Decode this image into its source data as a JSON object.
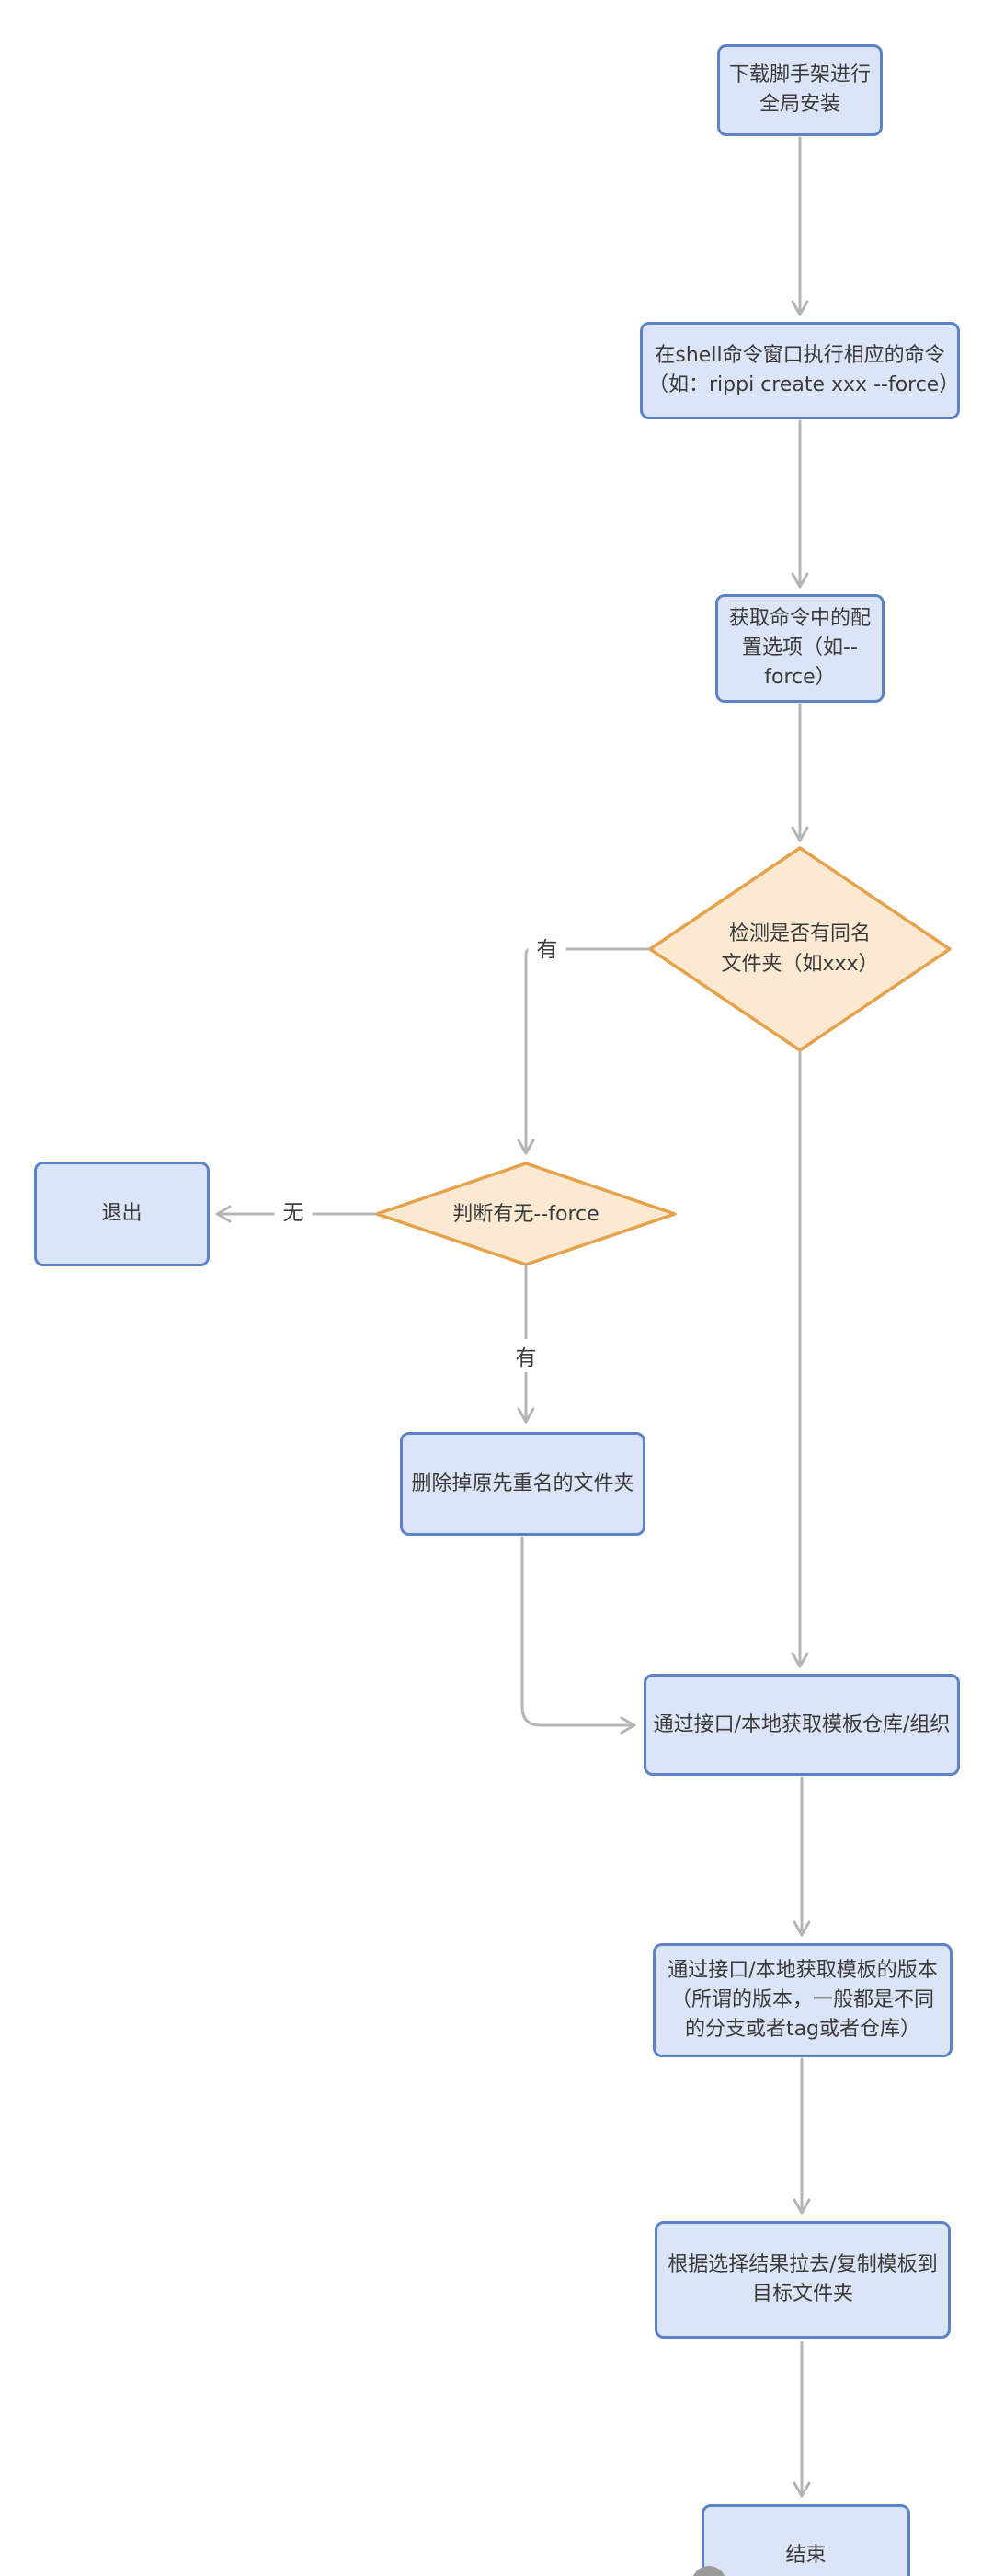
{
  "diagram": {
    "title": "scaffold-cli-create-flowchart",
    "colors": {
      "process_fill": "#dbe5f7",
      "process_border": "#5b83c6",
      "decision_fill": "#fbe9d2",
      "decision_border": "#e6a24b",
      "arrow": "#b5b5b5",
      "text": "#3a3a3a",
      "background": "#ffffff"
    },
    "nodes": [
      {
        "id": "start",
        "type": "process",
        "label": "下载脚手架进行\n全局安装"
      },
      {
        "id": "run-command",
        "type": "process",
        "label": "在shell命令窗口执行相应的命令\n（如：rippi create xxx --force）"
      },
      {
        "id": "get-options",
        "type": "process",
        "label": "获取命令中的配\n置选项（如--\nforce）"
      },
      {
        "id": "check-folder",
        "type": "decision",
        "label": "检测是否有同名\n文件夹（如xxx）"
      },
      {
        "id": "check-force",
        "type": "decision",
        "label": "判断有无--force"
      },
      {
        "id": "exit",
        "type": "process",
        "label": "退出"
      },
      {
        "id": "delete-folder",
        "type": "process",
        "label": "删除掉原先重名的文件夹"
      },
      {
        "id": "fetch-repo",
        "type": "process",
        "label": "通过接口/本地获取模板仓库/组织"
      },
      {
        "id": "fetch-version",
        "type": "process",
        "label": "通过接口/本地获取模板的版本\n（所谓的版本，一般都是不同\n的分支或者tag或者仓库）"
      },
      {
        "id": "copy-template",
        "type": "process",
        "label": "根据选择结果拉去/复制模板到\n目标文件夹"
      },
      {
        "id": "end",
        "type": "process",
        "label": "结束"
      }
    ],
    "edge_labels": [
      {
        "id": "has-folder-yes",
        "label": "有"
      },
      {
        "id": "has-force-no",
        "label": "无"
      },
      {
        "id": "has-force-yes",
        "label": "有"
      }
    ]
  }
}
